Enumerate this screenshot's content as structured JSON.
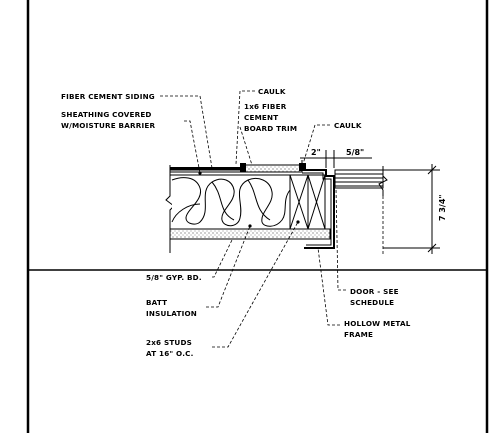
{
  "labels": {
    "fiber_cement_siding": "FIBER CEMENT SIDING",
    "caulk_top": "CAULK",
    "sheathing_line1": "SHEATHING COVERED",
    "sheathing_line2": "W/MOISTURE BARRIER",
    "trim_line1": "1x6 FIBER",
    "trim_line2": "CEMENT",
    "trim_line3": "BOARD TRIM",
    "caulk_right": "CAULK",
    "gyp": "5/8\" GYP. BD.",
    "batt_line1": "BATT",
    "batt_line2": "INSULATION",
    "studs_line1": "2x6 STUDS",
    "studs_line2": "AT 16\" O.C.",
    "door_line1": "DOOR - SEE",
    "door_line2": "SCHEDULE",
    "frame_line1": "HOLLOW METAL",
    "frame_line2": "FRAME"
  },
  "dimensions": {
    "two_inch": "2\"",
    "five_eighths": "5/8\"",
    "seven_three_quarters": "7 3/4\""
  }
}
